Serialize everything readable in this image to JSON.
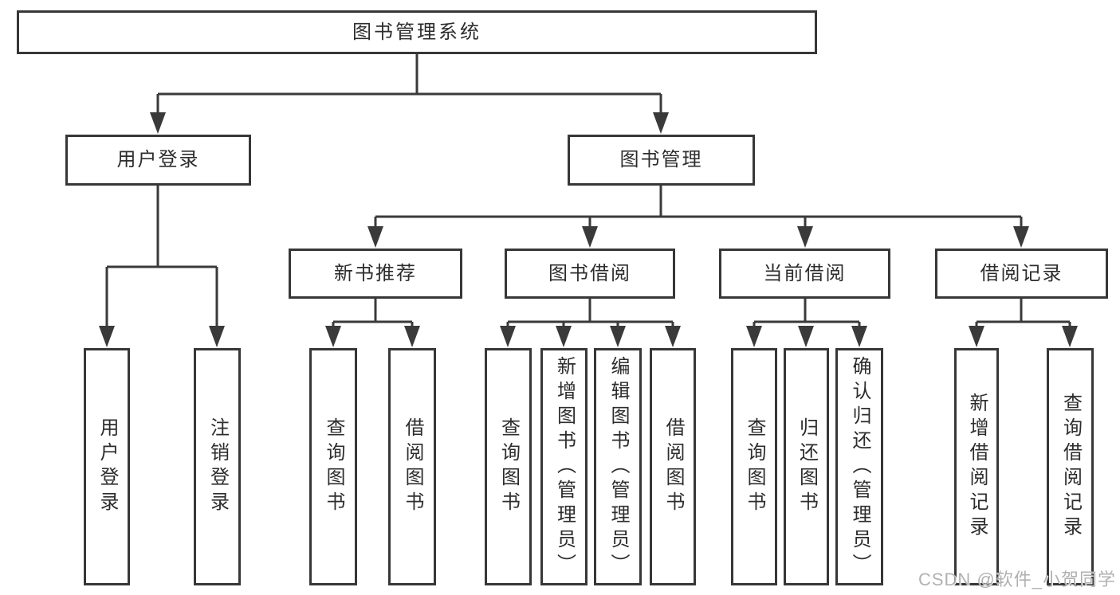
{
  "watermark": "CSDN @软件_小贺同学",
  "colors": {
    "line": "#3a3a3a",
    "box_border": "#373737",
    "text": "#2d2d2d",
    "watermark_text": "#adadad",
    "background": "#ffffff"
  },
  "tree": {
    "root": {
      "label": "图书管理系统"
    },
    "user_login": {
      "label": "用户登录",
      "children": [
        {
          "label": "用户登录"
        },
        {
          "label": "注销登录"
        }
      ]
    },
    "book_mgmt": {
      "label": "图书管理",
      "sections": [
        {
          "label": "新书推荐",
          "children": [
            {
              "label": "查询图书"
            },
            {
              "label": "借阅图书"
            }
          ]
        },
        {
          "label": "图书借阅",
          "children": [
            {
              "label": "查询图书"
            },
            {
              "label": "新增图书（管理员）"
            },
            {
              "label": "编辑图书（管理员）"
            },
            {
              "label": "借阅图书"
            }
          ]
        },
        {
          "label": "当前借阅",
          "children": [
            {
              "label": "查询图书"
            },
            {
              "label": "归还图书"
            },
            {
              "label": "确认归还（管理员）"
            }
          ]
        },
        {
          "label": "借阅记录",
          "children": [
            {
              "label": "新增借阅记录"
            },
            {
              "label": "查询借阅记录"
            }
          ]
        }
      ]
    }
  }
}
